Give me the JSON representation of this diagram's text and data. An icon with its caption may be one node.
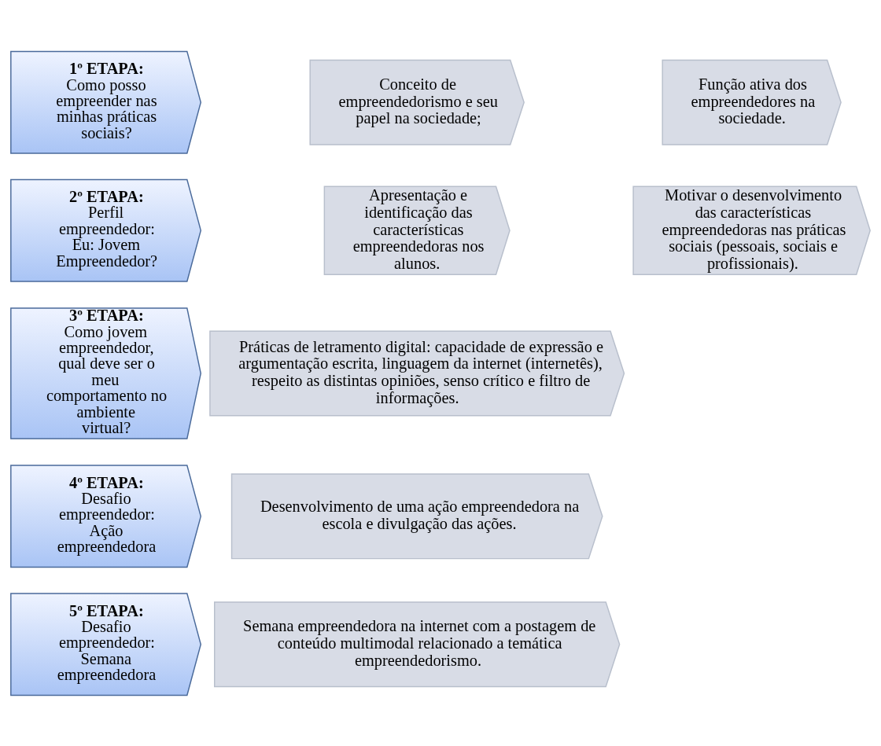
{
  "diagram": {
    "nodes": [
      {
        "text": [
          "1º ETAPA:",
          "Como posso empreender nas minhas práticas sociais?"
        ]
      },
      {
        "text": [
          "Conceito de empreendedorismo e seu papel na sociedade;"
        ]
      },
      {
        "text": [
          "Função ativa dos empreendedores na sociedade."
        ]
      },
      {
        "text": [
          "2º ETAPA:",
          "Perfil empreendedor: Eu: Jovem Empreendedor?"
        ]
      },
      {
        "text": [
          "Apresentação e identificação das características empreendedoras nos alunos."
        ]
      },
      {
        "text": [
          "Motivar o desenvolvimento das características empreendedoras nas práticas sociais (pessoais, sociais e profissionais)."
        ]
      },
      {
        "text": [
          "3º ETAPA:",
          "Como jovem empreendedor, qual deve ser o meu comportamento no ambiente virtual?"
        ]
      },
      {
        "text": [
          "Práticas de letramento digital: capacidade de expressão e argumentação escrita, linguagem da internet (internetês), respeito as distintas opiniões, senso crítico e filtro de informações."
        ]
      },
      {
        "text": [
          "4º ETAPA:",
          "Desafio empreendedor: Ação empreendedora"
        ]
      },
      {
        "text": [
          "Desenvolvimento de uma ação empreendedora na escola e divulgação das ações."
        ]
      },
      {
        "text": [
          "5º ETAPA:",
          "Desafio empreendedor: Semana empreendedora"
        ]
      },
      {
        "text": [
          "Semana empreendedora na internet com a postagem de conteúdo multimodal relacionado a temática empreendedorismo."
        ]
      }
    ]
  }
}
